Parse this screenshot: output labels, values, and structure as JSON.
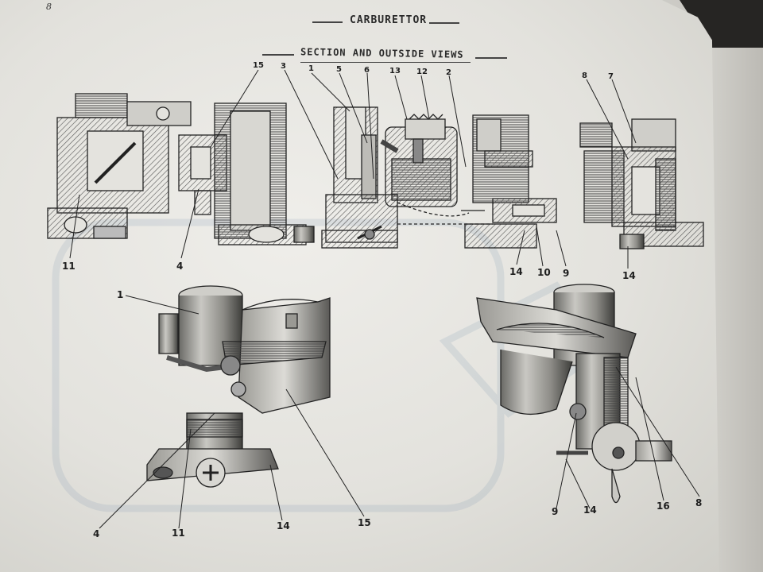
{
  "page": {
    "number": "8",
    "title": "CARBURETTOR",
    "subtitle": "SECTION AND OUTSIDE VIEWS"
  },
  "section_labels": {
    "l11": "11",
    "l4": "4",
    "l15": "15",
    "l3": "3",
    "l1": "1",
    "l5": "5",
    "l6": "6",
    "l13": "13",
    "l12": "12",
    "l2": "2",
    "l14a": "14",
    "l10": "10",
    "l9a": "9",
    "l8a": "8",
    "l7": "7",
    "l14b": "14"
  },
  "outside_left_labels": {
    "l1": "1",
    "l4": "4",
    "l11": "11",
    "l14": "14",
    "l15": "15"
  },
  "outside_right_labels": {
    "l9": "9",
    "l14": "14",
    "l16": "16",
    "l8": "8"
  }
}
